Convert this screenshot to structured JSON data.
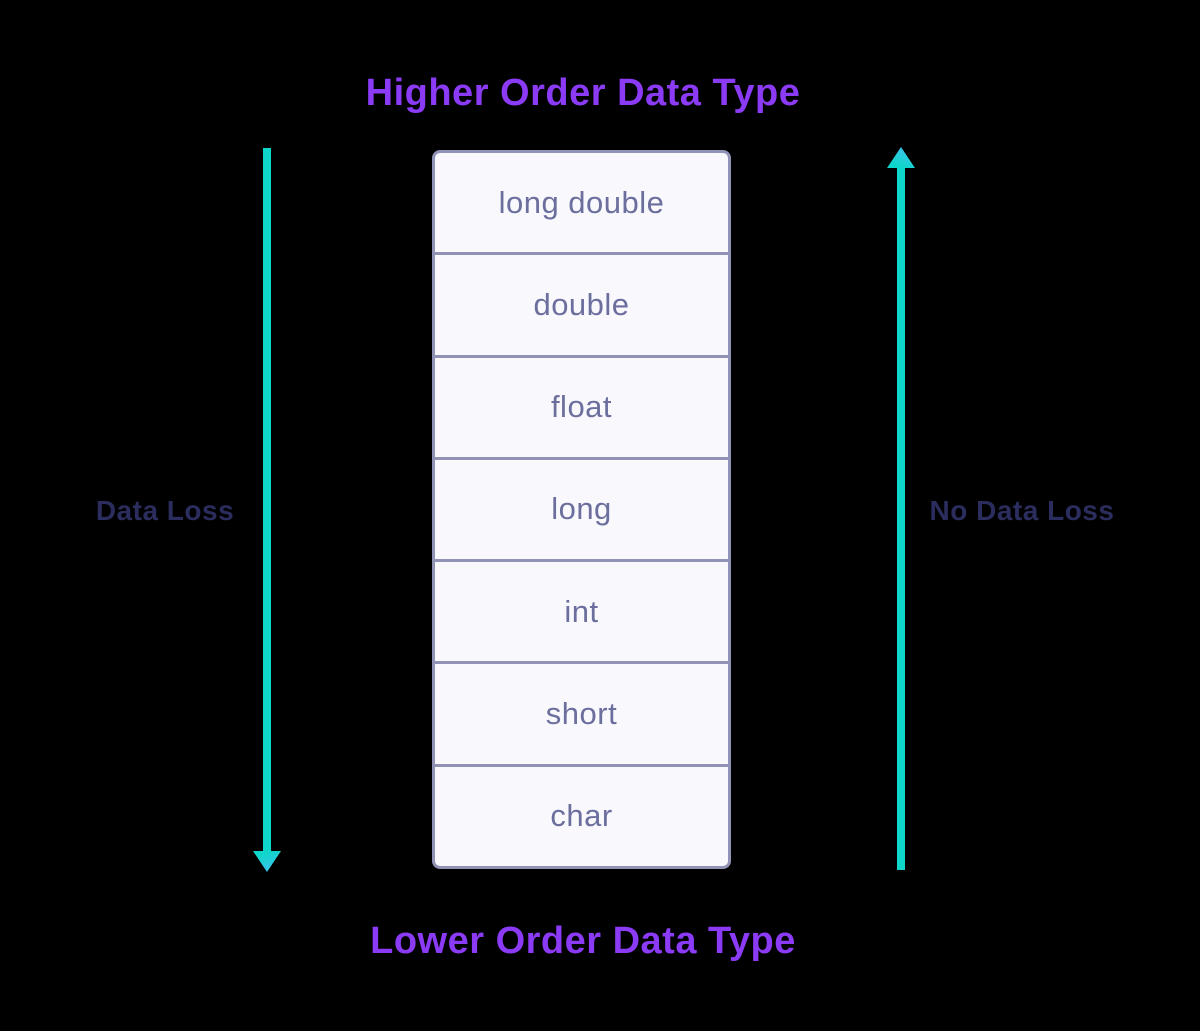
{
  "titles": {
    "top": "Higher Order Data Type",
    "bottom": "Lower Order Data Type"
  },
  "stack": {
    "items": [
      "long double",
      "double",
      "float",
      "long",
      "int",
      "short",
      "char"
    ]
  },
  "annotations": {
    "left": {
      "label": "Data Loss",
      "arrow_direction": "down"
    },
    "right": {
      "label": "No Data Loss",
      "arrow_direction": "up"
    }
  },
  "colors": {
    "background": "#000000",
    "title_purple": "#8b3bf6",
    "arrow_teal": "#0ed6ca",
    "arrowhead_blue": "#44bfef",
    "label_navy": "#2b2d5e",
    "box_border": "#9193b6",
    "box_fill": "#f8f8fd",
    "box_text": "#6c6f9d"
  }
}
